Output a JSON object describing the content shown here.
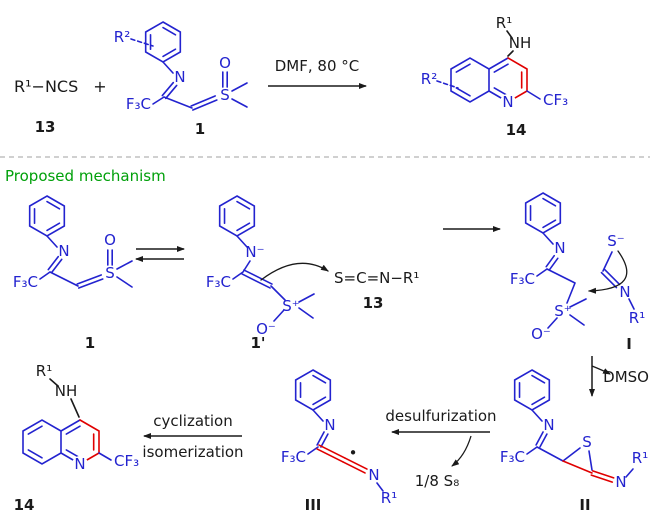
{
  "colors": {
    "structure_blue": "#2323cf",
    "highlight_red": "#e00000",
    "text_black": "#1a1a1a",
    "mechanism_green": "#00a00a"
  },
  "top": {
    "reactant": {
      "formula": "R¹−NCS",
      "label": "13"
    },
    "plus": "+",
    "ylide": {
      "r2": "R²",
      "n": "N",
      "f3c": "F₃C",
      "s": "S",
      "o": "O",
      "label": "1"
    },
    "conditions": "DMF, 80 °C",
    "product": {
      "r1": "R¹",
      "nh": "NH",
      "r2": "R²",
      "n": "N",
      "cf3": "CF₃",
      "label": "14"
    }
  },
  "mech": {
    "header": "Proposed mechanism",
    "ylide1": {
      "n": "N",
      "f3c": "F₃C",
      "s": "S",
      "o": "O",
      "label": "1"
    },
    "ylide1p": {
      "n": "N⁻",
      "f3c": "F₃C",
      "s": "S⁺",
      "o": "O⁻",
      "label": "1'"
    },
    "ncs": {
      "formula": "S=C=N−R¹",
      "label": "13"
    },
    "intI": {
      "n": "N",
      "f3c": "F₃C",
      "sminus": "S⁻",
      "splus": "S⁺",
      "o": "O⁻",
      "n2": "N",
      "r1": "R¹",
      "label": "I"
    },
    "dmso": "DMSO",
    "intII": {
      "n": "N",
      "f3c": "F₃C",
      "s": "S",
      "n2": "N",
      "r1": "R¹",
      "label": "II"
    },
    "desulfurization": "desulfurization",
    "s8": "1/8 S₈",
    "intIII": {
      "n": "N",
      "f3c": "F₃C",
      "dot": "•",
      "n2": "N",
      "r1": "R¹",
      "label": "III"
    },
    "cyclization": "cyclization",
    "isomerization": "isomerization",
    "product": {
      "r1": "R¹",
      "nh": "NH",
      "n": "N",
      "cf3": "CF₃",
      "label": "14"
    }
  }
}
